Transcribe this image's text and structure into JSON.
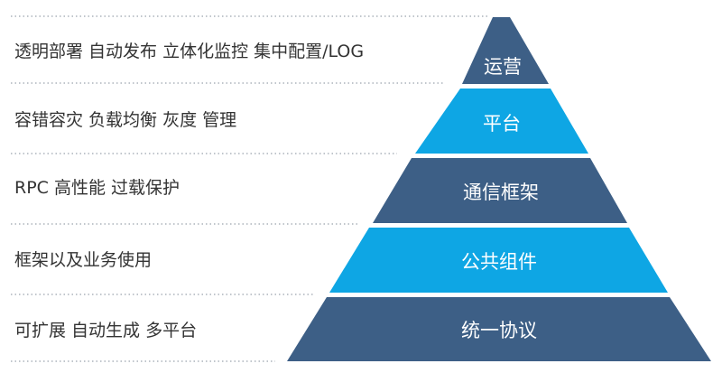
{
  "colors": {
    "dark_layer": "#3d5f86",
    "light_layer": "#0ea6e4",
    "separator_dots": "#9aa3ad",
    "text": "#333333"
  },
  "layers": [
    {
      "label": "运营",
      "description": "透明部署 自动发布  立体化监控  集中配置/LOG"
    },
    {
      "label": "平台",
      "description": "容错容灾  负载均衡  灰度  管理"
    },
    {
      "label": "通信框架",
      "description": "RPC  高性能  过载保护"
    },
    {
      "label": "公共组件",
      "description": "框架以及业务使用"
    },
    {
      "label": "统一协议",
      "description": "可扩展  自动生成  多平台"
    }
  ]
}
